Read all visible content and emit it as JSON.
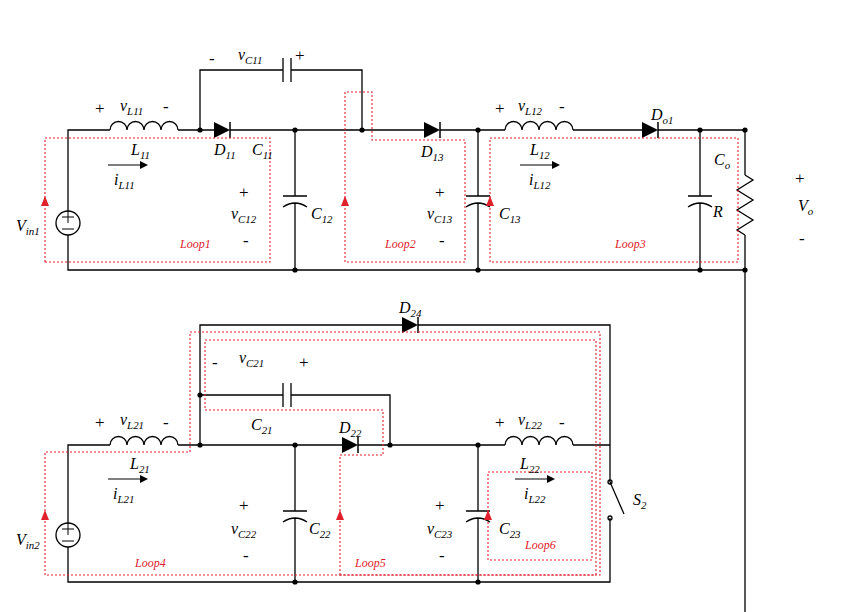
{
  "diagram": {
    "labels": [
      "-",
      "vC11",
      "+",
      "+",
      "vL11",
      "-",
      "L11",
      "D11",
      "C11",
      "D13",
      "+",
      "vL12",
      "-",
      "L12",
      "Do1",
      "Co",
      "R",
      "+",
      "Vo",
      "-",
      "iL11",
      "Vin1",
      "+",
      "vC12",
      "-",
      "C12",
      "iL12",
      "+",
      "vC13",
      "-",
      "C13",
      "Loop1",
      "Loop2",
      "Loop3",
      "D24",
      "-",
      "vC21",
      "+",
      "+",
      "vL21",
      "-",
      "C21",
      "D22",
      "+",
      "vL22",
      "-",
      "L21",
      "L22",
      "iL22",
      "iL21",
      "Vin2",
      "+",
      "vC22",
      "-",
      "C22",
      "+",
      "vC23",
      "-",
      "C23",
      "S2",
      "Loop4",
      "Loop5",
      "Loop6"
    ]
  }
}
